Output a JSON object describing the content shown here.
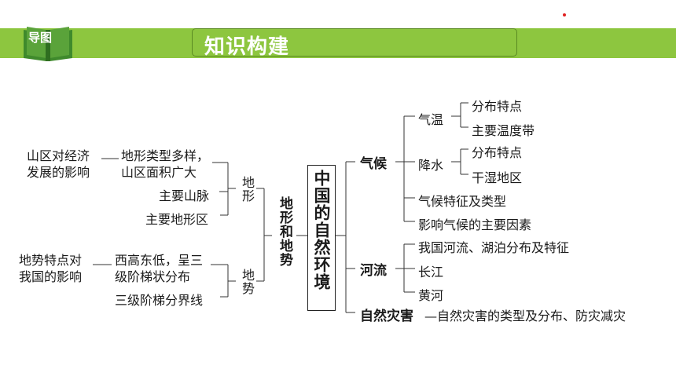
{
  "header": {
    "badge_label": "导图",
    "title": "知识构建"
  },
  "colors": {
    "banner": "#8dc63f",
    "book": "#3f8a2c",
    "line": "#333333"
  },
  "diagram": {
    "center": "中国的自然环境",
    "terrain": {
      "label": "地形和地势",
      "landform": {
        "label": "地形",
        "items": [
          "山区对经济发展的影响",
          "地形类型多样，山区面积广大",
          "主要山脉",
          "主要地形区"
        ],
        "impact_label_1": "山区对经济",
        "impact_label_2": "发展的影响",
        "impact_value_1": "地形类型多样，",
        "impact_value_2": "山区面积广大",
        "mountains": "主要山脉",
        "regions": "主要地形区"
      },
      "slope": {
        "label": "地势",
        "impact_label_1": "地势特点对",
        "impact_label_2": "我国的影响",
        "impact_value_1": "西高东低，呈三",
        "impact_value_2": "级阶梯状分布",
        "steps": "三级阶梯分界线"
      }
    },
    "climate": {
      "label": "气候",
      "temperature": {
        "label": "气温",
        "a": "分布特点",
        "b": "主要温度带"
      },
      "precipitation": {
        "label": "降水",
        "a": "分布特点",
        "b": "干湿地区"
      },
      "features": "气候特征及类型",
      "factors": "影响气候的主要因素"
    },
    "rivers": {
      "label": "河流",
      "a": "我国河流、湖泊分布及特征",
      "b": "长江",
      "c": "黄河"
    },
    "disasters": {
      "label": "自然灾害",
      "desc": "—自然灾害的类型及分布、防灾减灾"
    }
  }
}
